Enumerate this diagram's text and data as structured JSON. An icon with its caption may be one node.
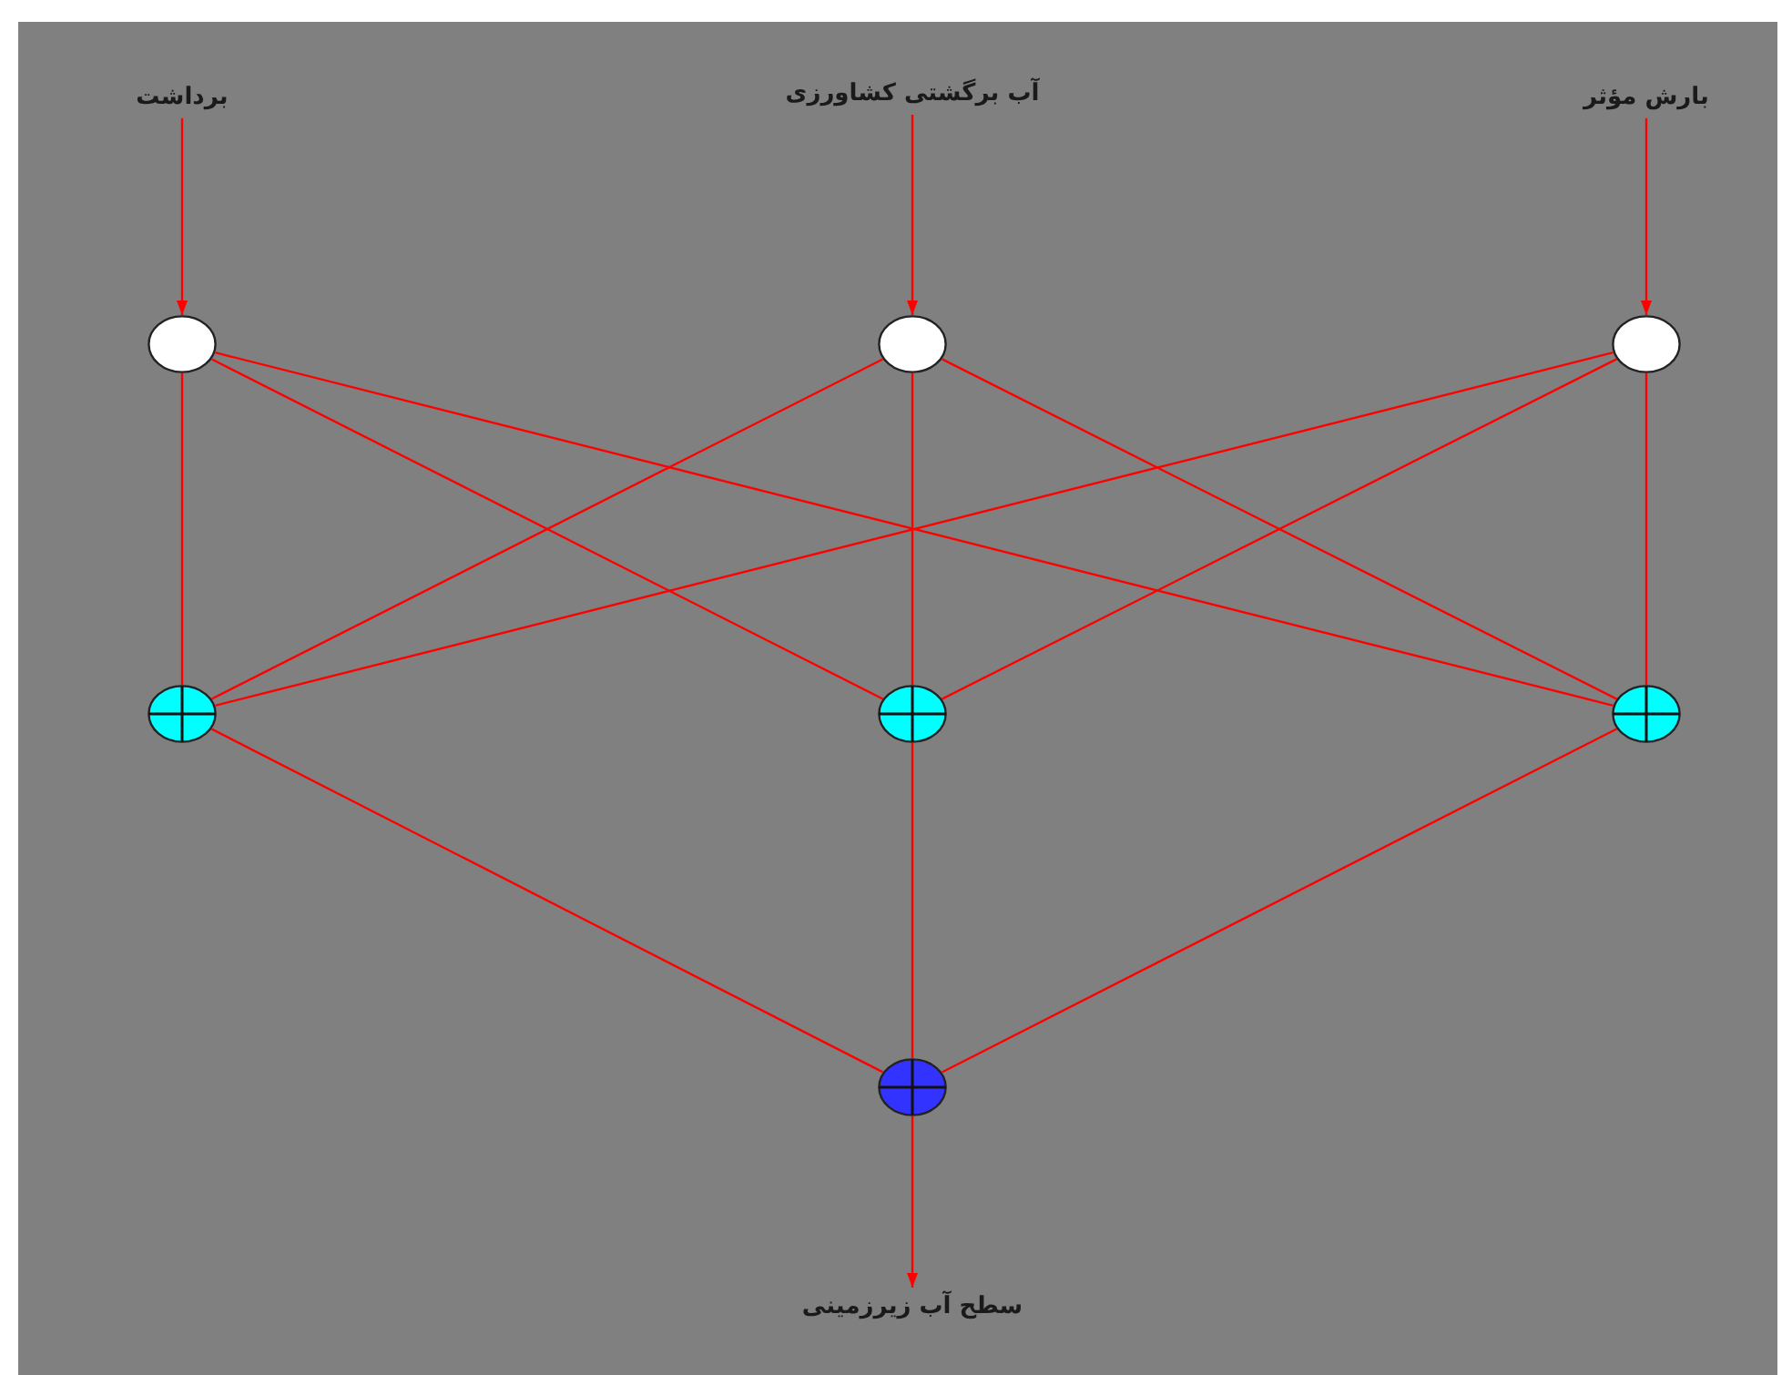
{
  "diagram": {
    "nodes": [
      {
        "text": [
          "برداشت"
        ]
      },
      {
        "text": [
          "آب برگشتی کشاورزی"
        ]
      },
      {
        "text": [
          "بارش مؤثر"
        ]
      },
      {
        "text": [],
        "shape": "circle"
      },
      {
        "text": [],
        "shape": "circle"
      },
      {
        "text": [],
        "shape": "circle"
      },
      {
        "text": [],
        "shape": "circle"
      },
      {
        "text": [],
        "shape": "circle"
      },
      {
        "text": [],
        "shape": "circle"
      },
      {
        "text": [],
        "shape": "circle"
      },
      {
        "text": [
          "سطح آب زیرزمینی"
        ]
      }
    ],
    "edges": [
      {
        "from": 0,
        "to": 3,
        "arrow": "to"
      },
      {
        "from": 1,
        "to": 4,
        "arrow": "to"
      },
      {
        "from": 2,
        "to": 5,
        "arrow": "to"
      },
      {
        "from": 3,
        "to": 6,
        "arrow": "none"
      },
      {
        "from": 3,
        "to": 7,
        "arrow": "none"
      },
      {
        "from": 3,
        "to": 8,
        "arrow": "none"
      },
      {
        "from": 4,
        "to": 6,
        "arrow": "none"
      },
      {
        "from": 4,
        "to": 7,
        "arrow": "none"
      },
      {
        "from": 4,
        "to": 8,
        "arrow": "none"
      },
      {
        "from": 5,
        "to": 6,
        "arrow": "none"
      },
      {
        "from": 5,
        "to": 7,
        "arrow": "none"
      },
      {
        "from": 5,
        "to": 8,
        "arrow": "none"
      },
      {
        "from": 6,
        "to": 9,
        "arrow": "none"
      },
      {
        "from": 7,
        "to": 9,
        "arrow": "none"
      },
      {
        "from": 8,
        "to": 9,
        "arrow": "none"
      },
      {
        "from": 9,
        "to": 10,
        "arrow": "to"
      }
    ]
  }
}
